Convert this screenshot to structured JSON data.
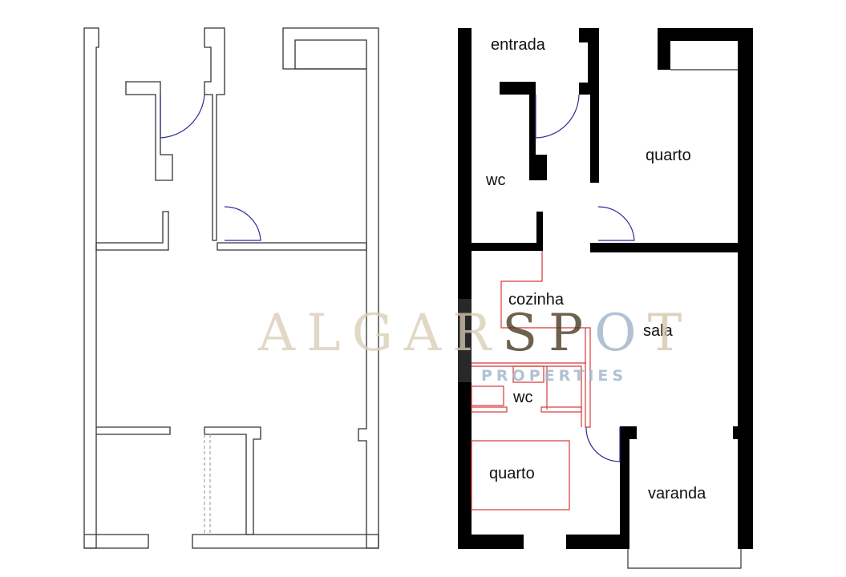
{
  "plans": {
    "before": {
      "title": ""
    },
    "after": {
      "rooms": {
        "entrada": "entrada",
        "wc_top": "wc",
        "quarto_top": "quarto",
        "cozinha": "cozinha",
        "sala": "sala",
        "wc_bottom": "wc",
        "quarto_bottom": "quarto",
        "varanda": "varanda"
      }
    }
  },
  "watermark": {
    "part1": "ALGAR",
    "part2": "SP",
    "part3": "O",
    "part4": "T",
    "sub": "PROPERTIES"
  },
  "colors": {
    "wall_outline": "#333333",
    "wall_fill": "#000000",
    "door": "#2b2b9a",
    "new_partition": "#d43a3a",
    "watermark_tan": "#dccfb8",
    "watermark_blue": "#9fb4c8"
  }
}
